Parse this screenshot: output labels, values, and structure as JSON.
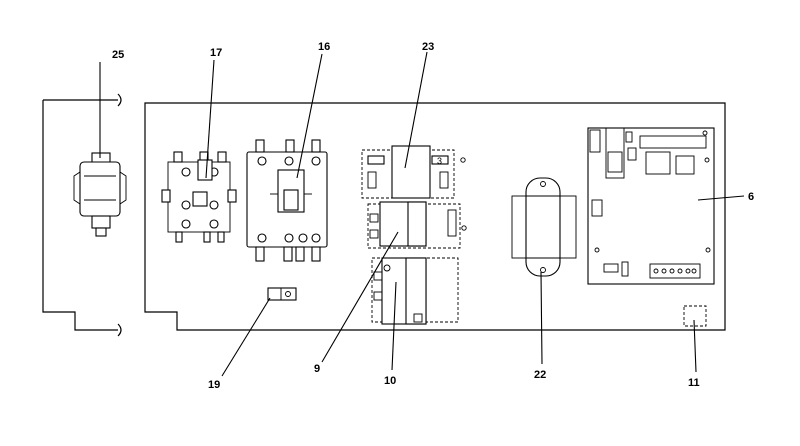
{
  "callouts": {
    "c25": "25",
    "c17": "17",
    "c16": "16",
    "c23": "23",
    "c6": "6",
    "c19": "19",
    "c9": "9",
    "c10": "10",
    "c22": "22",
    "c11": "11",
    "relay_mark": "3"
  }
}
